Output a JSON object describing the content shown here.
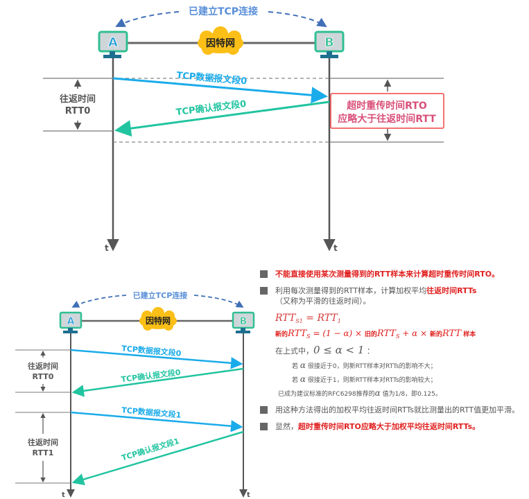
{
  "colors": {
    "data_arrow": "#1aabea",
    "ack_arrow": "#21c4a0",
    "host_border": "#2fbf91",
    "host_screen": "#cfd6da",
    "host_stand": "#1d6f90",
    "host_letter": "#1a9ad6",
    "host_letter_b": "#2fbf91",
    "cloud": "#fbbf17",
    "link": "#666666",
    "connection_arrow": "#3f6fb6",
    "rto_text": "#d9507a",
    "rto_border": "#f14444",
    "accent_red": "#e0201f",
    "gray_text": "#555555"
  },
  "top_diagram": {
    "connection_label": "已建立TCP连接",
    "host_a": "A",
    "host_b": "B",
    "network_label": "因特网",
    "data_segment_label": "TCP数据报文段0",
    "ack_segment_label": "TCP确认报文段0",
    "rtt_label_line1": "往返时间",
    "rtt_label_line2": "RTT0",
    "rto_line1": "超时重传时间RTO",
    "rto_line2": "应略大于往返时间RTT",
    "time_axis_label": "t"
  },
  "bottom_diagram": {
    "connection_label": "已建立TCP连接",
    "host_a": "A",
    "host_b": "B",
    "network_label": "因特网",
    "segments": [
      {
        "data_label": "TCP数据报文段0",
        "ack_label": "TCP确认报文段0",
        "rtt_line1": "往返时间",
        "rtt_line2": "RTT0"
      },
      {
        "data_label": "TCP数据报文段1",
        "ack_label": "TCP确认报文段1",
        "rtt_line1": "往返时间",
        "rtt_line2": "RTT1"
      }
    ],
    "time_axis_label": "t"
  },
  "notes": {
    "n1": "不能直接使用某次测量得到的RTT样本来计算超时重传时间RTO。",
    "n2_plain": "利用每次测量得到的RTT样本，计算加权平均",
    "n2_red": "往返时间RTTs",
    "n2_cont": "（又称为平滑的往返时间）。",
    "f1_lhs": "RTT",
    "f1_lhs_sub": "S1",
    "f1_eq": " = ",
    "f1_rhs": "RTT",
    "f1_rhs_sub": "1",
    "f2_new": "新的",
    "f2_rtt": "RTT",
    "f2_sub": "S",
    "f2_mid": " = (1 − α) × ",
    "f2_old": "旧的",
    "f2_plus": " + α × ",
    "f2_new2": "新的",
    "f2_rtt2": "RTT",
    "f2_sample": " 样本",
    "where_prefix": "在上式中，",
    "where_formula": "0 ≤ α < 1",
    "where_suffix": " ：",
    "case1_prefix": "若 ",
    "case1_alpha": "α",
    "case1_text": " 很接近于0，则新RTT样本对RTTs的影响不大；",
    "case2_prefix": "若 ",
    "case2_alpha": "α",
    "case2_text": " 很接近于1，则新RTT样本对RTTs的影响较大；",
    "rfc_prefix": "已成为建议标准的RFC6298推荐的",
    "rfc_alpha": "α",
    "rfc_suffix": " 值为1/8，即0.125。",
    "n3": "用这种方法得出的加权平均往返时间RTTs就比测量出的RTT值更加平滑。",
    "n4_plain": "显然，",
    "n4_red": "超时重传时间RTO应略大于加权平均往返时间RTTs。"
  }
}
